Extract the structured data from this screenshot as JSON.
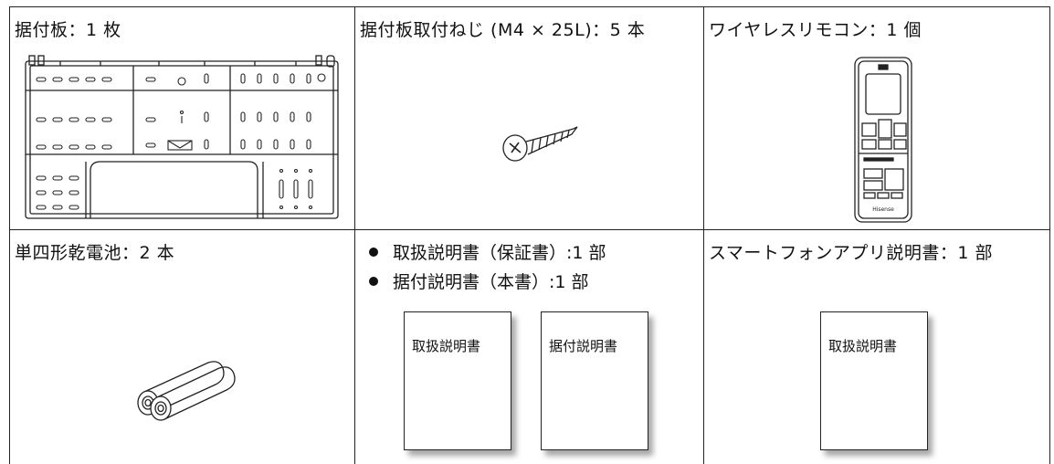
{
  "items": {
    "mounting_plate": {
      "label": "据付板：1 枚"
    },
    "mounting_screw": {
      "label": "据付板取付ねじ (M4 × 25L)：5 本"
    },
    "remote": {
      "label": "ワイヤレスリモコン：1 個",
      "brand": "Hisense"
    },
    "batteries": {
      "label": "単四形乾電池：2 本"
    },
    "manuals": {
      "bullets": [
        "取扱説明書（保証書）:1 部",
        "据付説明書（本書）:1 部"
      ],
      "booklets": [
        "取扱説明書",
        "据付説明書"
      ]
    },
    "app_manual": {
      "label": "スマートフォンアプリ説明書：1 部",
      "booklet": "取扱説明書"
    }
  }
}
